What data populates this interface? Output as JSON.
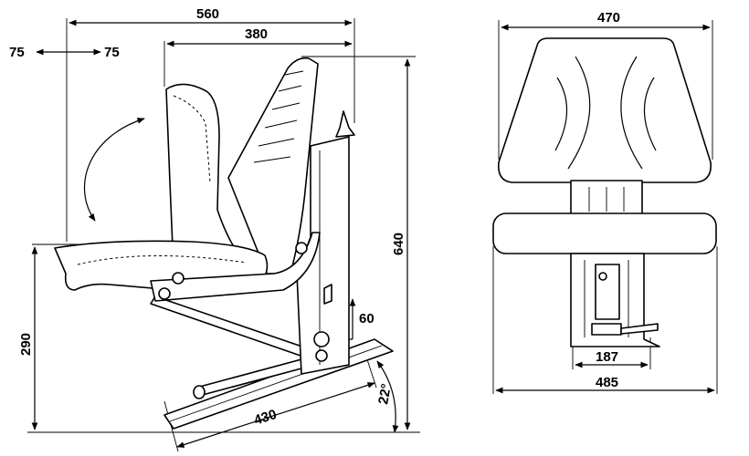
{
  "side_view": {
    "dim_width_top": "560",
    "dim_backrest": "380",
    "dim_adjust_left": "75",
    "dim_adjust_right": "75",
    "dim_height_total": "640",
    "dim_seat_height": "290",
    "dim_lever": "60",
    "dim_rail": "430",
    "dim_angle": "22°"
  },
  "front_view": {
    "dim_back_width": "470",
    "dim_base_inner": "187",
    "dim_base_outer": "485"
  }
}
